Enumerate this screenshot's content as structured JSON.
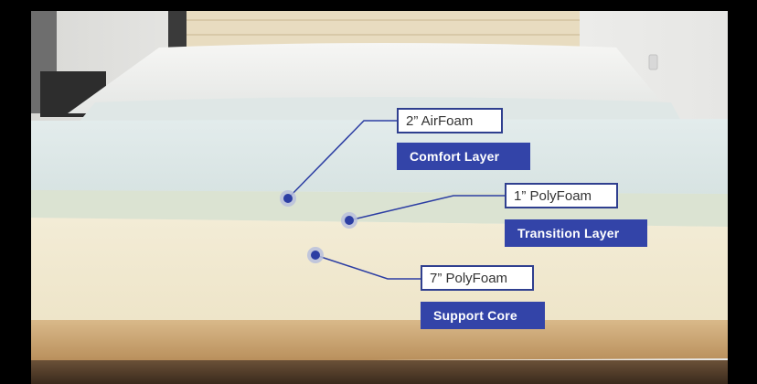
{
  "colors": {
    "accent": "#3344a8",
    "label_border": "#2f3f8f",
    "marker": "#2c3ea3"
  },
  "callouts": [
    {
      "material": "2” AirFoam",
      "layer": "Comfort Layer"
    },
    {
      "material": "1” PolyFoam",
      "layer": "Transition Layer"
    },
    {
      "material": "7” PolyFoam",
      "layer": "Support Core"
    }
  ]
}
